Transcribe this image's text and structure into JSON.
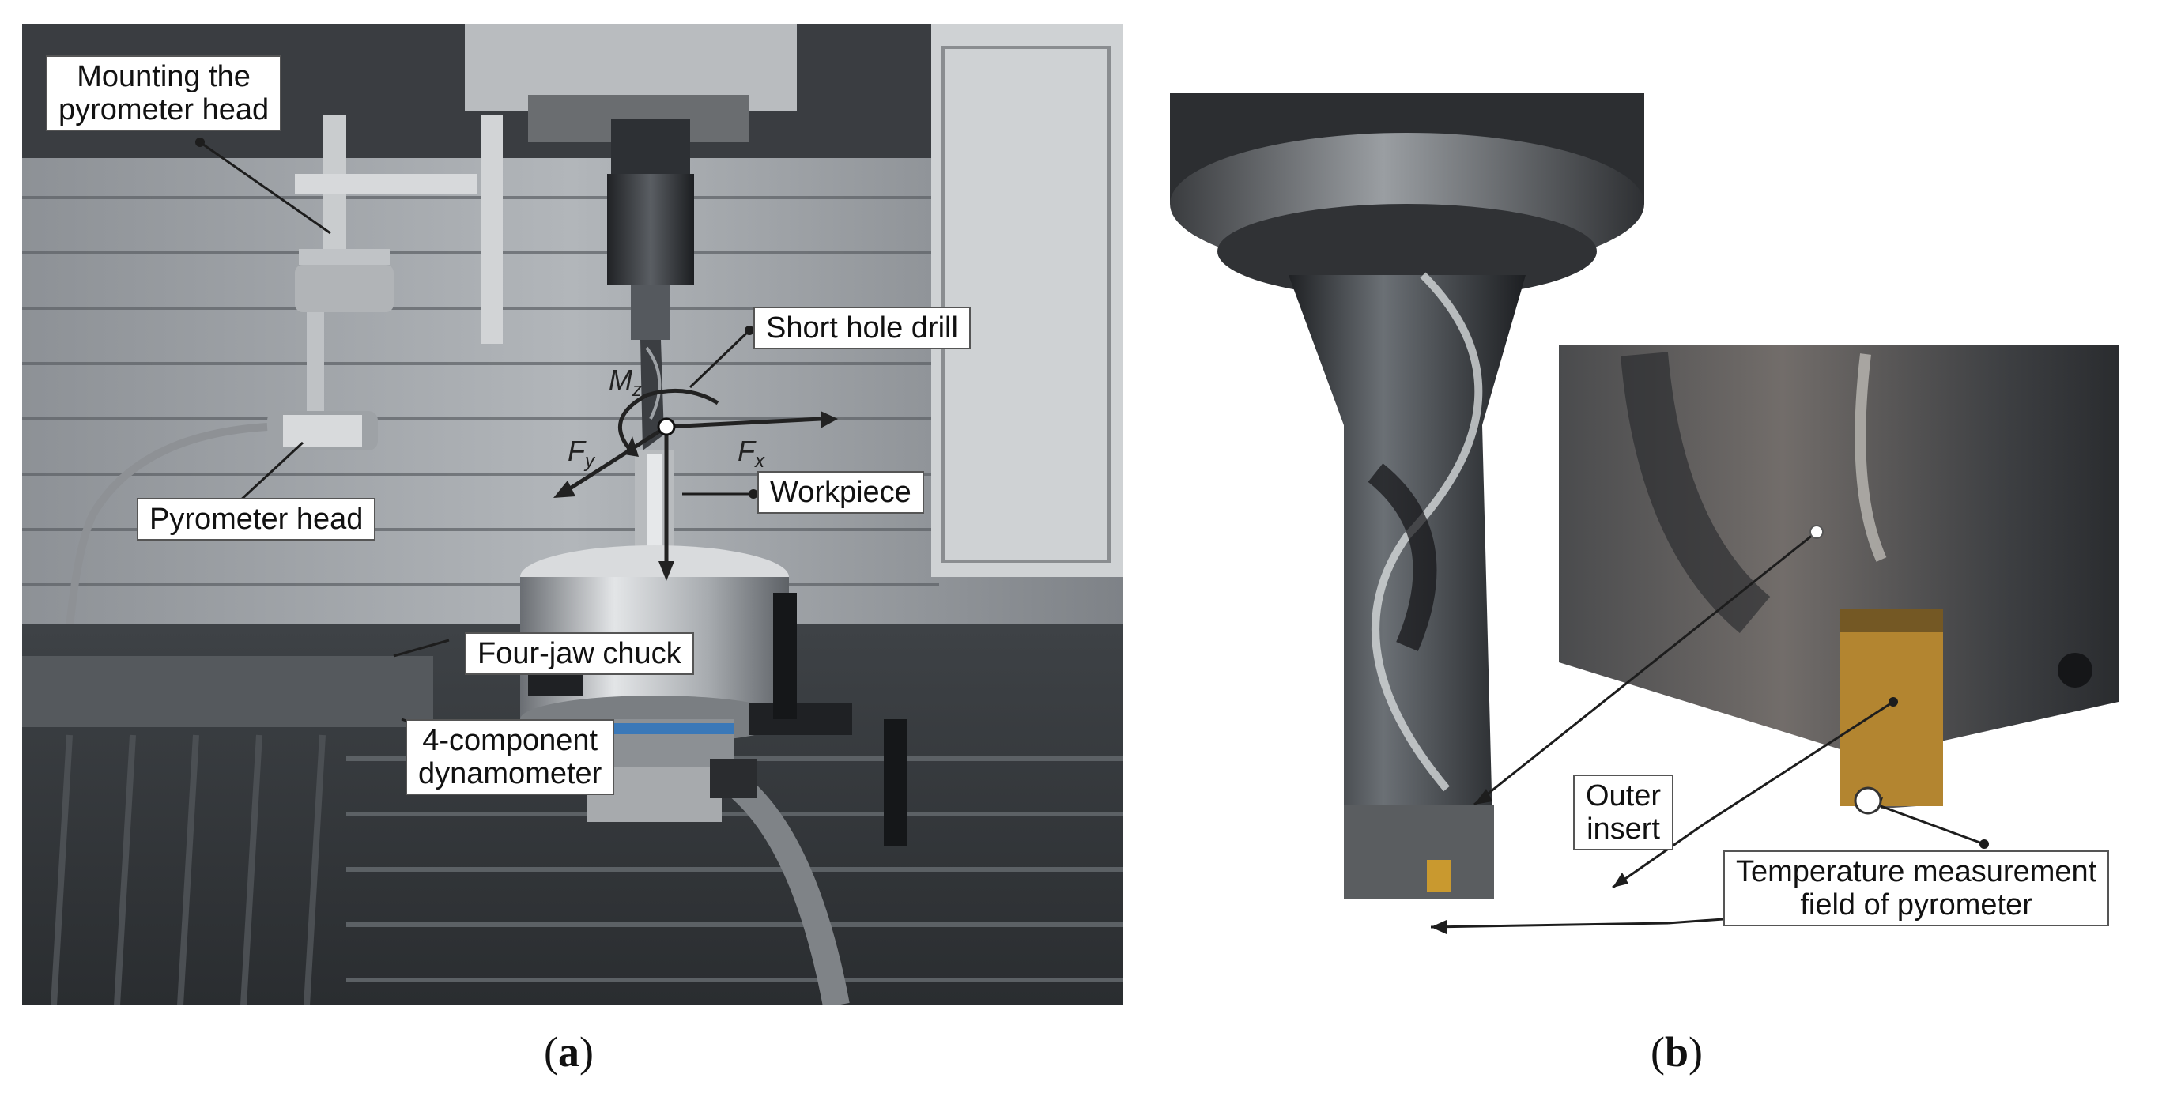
{
  "panel_a": {
    "labels": {
      "mounting": "Mounting the\npyrometer head",
      "drill": "Short hole drill",
      "workpiece": "Workpiece",
      "pyrometer_head": "Pyrometer head",
      "chuck": "Four-jaw chuck",
      "dynamometer": "4-component\ndynamometer"
    },
    "forces": {
      "mz": "M",
      "mz_sub": "z",
      "fy": "F",
      "fy_sub": "y",
      "fx": "F",
      "fx_sub": "x"
    },
    "caption_open": "(",
    "caption_letter": "a",
    "caption_close": ")"
  },
  "panel_b": {
    "labels": {
      "outer_insert": "Outer\ninsert",
      "temperature": "Temperature measurement\nfield of pyrometer"
    },
    "caption_open": "(",
    "caption_letter": "b",
    "caption_close": ")"
  },
  "colors": {
    "metal_dark": "#2b2d30",
    "metal_mid": "#6f7377",
    "metal_light": "#c4c7ca",
    "insert_gold": "#b98a2c",
    "label_border": "#555555"
  }
}
